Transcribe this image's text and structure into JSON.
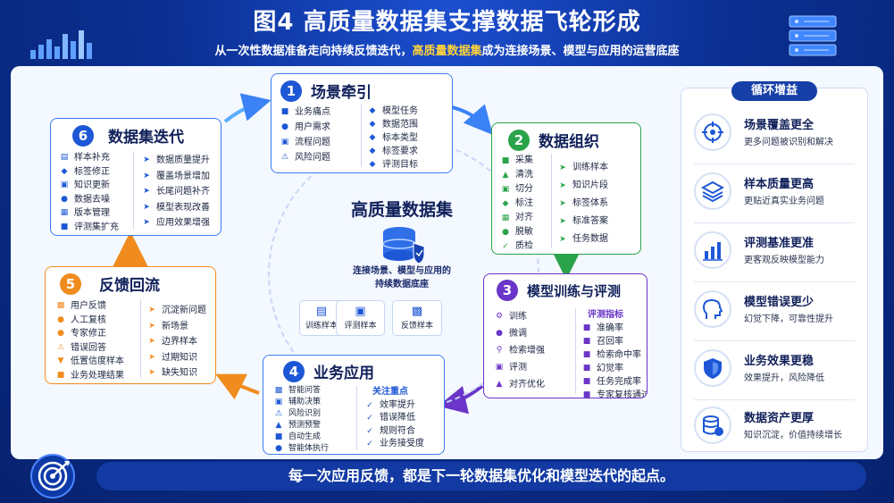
{
  "header": {
    "title": "图4  高质量数据集支撑数据飞轮形成",
    "subtitle_pre": "从一次性数据准备走向持续反馈迭代，",
    "subtitle_hl": "高质量数据集",
    "subtitle_post": "成为连接场景、模型与应用的运营底座"
  },
  "center": {
    "title": "高质量数据集",
    "desc_line1": "连接场景、模型与应用的",
    "desc_line2": "持续数据底座",
    "boxes": [
      "训练样本",
      "评测样本",
      "反馈样本"
    ]
  },
  "cards": {
    "c1": {
      "num": "1",
      "title": "场景牵引",
      "left": [
        "业务痛点",
        "用户需求",
        "流程问题",
        "风险问题"
      ],
      "right": [
        "模型任务",
        "数据范围",
        "标本类型",
        "标签要求",
        "评测目标"
      ]
    },
    "c2": {
      "num": "2",
      "title": "数据组织",
      "left": [
        "采集",
        "清洗",
        "切分",
        "标注",
        "对齐",
        "脱敏",
        "质检"
      ],
      "right": [
        "训练样本",
        "知识片段",
        "标签体系",
        "标准答案",
        "任务数据"
      ]
    },
    "c3": {
      "num": "3",
      "title": "模型训练与评测",
      "left": [
        "训练",
        "微调",
        "检索增强",
        "评测",
        "对齐优化"
      ],
      "right_head": "评测指标",
      "right": [
        "准确率",
        "召回率",
        "检索命中率",
        "幻觉率",
        "任务完成率",
        "专家复核通过率"
      ]
    },
    "c4": {
      "num": "4",
      "title": "业务应用",
      "left": [
        "智能问答",
        "辅助决策",
        "风险识别",
        "预测预警",
        "自动生成",
        "智能体执行"
      ],
      "right_head": "关注重点",
      "right": [
        "效率提升",
        "错误降低",
        "规则符合",
        "业务接受度"
      ]
    },
    "c5": {
      "num": "5",
      "title": "反馈回流",
      "left": [
        "用户反馈",
        "人工复核",
        "专家修正",
        "错误回答",
        "低置信度样本",
        "业务处理结果"
      ],
      "right": [
        "沉淀新问题",
        "新场景",
        "边界样本",
        "过期知识",
        "缺失知识"
      ]
    },
    "c6": {
      "num": "6",
      "title": "数据集迭代",
      "left": [
        "样本补充",
        "标签修正",
        "知识更新",
        "数据去噪",
        "版本管理",
        "评测集扩充"
      ],
      "right": [
        "数据质量提升",
        "覆盖场景增加",
        "长尾问题补齐",
        "模型表现改善",
        "应用效果增强"
      ]
    }
  },
  "gains": {
    "title": "循环增益",
    "items": [
      {
        "t": "场景覆盖更全",
        "d": "更多问题被识别和解决",
        "icon": "target-icon"
      },
      {
        "t": "样本质量更高",
        "d": "更贴近真实业务问题",
        "icon": "layers-icon"
      },
      {
        "t": "评测基准更准",
        "d": "更客观反映模型能力",
        "icon": "bar-chart-icon"
      },
      {
        "t": "模型错误更少",
        "d": "幻觉下降，可靠性提升",
        "icon": "head-icon"
      },
      {
        "t": "业务效果更稳",
        "d": "效果提升，风险降低",
        "icon": "shield-icon"
      },
      {
        "t": "数据资产更厚",
        "d": "知识沉淀，价值持续增长",
        "icon": "database-icon"
      }
    ]
  },
  "footer": {
    "text": "每一次应用反馈，都是下一轮数据集优化和模型迭代的起点。"
  },
  "colors": {
    "blue": "#1d57d6",
    "green": "#2aa34a",
    "purple": "#6a35c8",
    "orange": "#f08c1e",
    "navy": "#10205a"
  }
}
